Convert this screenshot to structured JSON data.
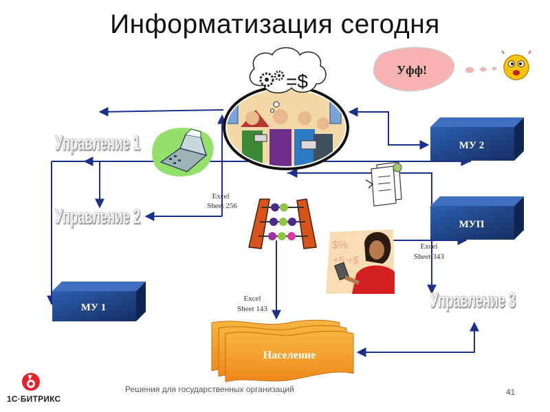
{
  "slide": {
    "title": "Информатизация сегодня",
    "footer": "Решения для государственных организаций",
    "page_number": "41",
    "brand": "1С·БИТРИКС"
  },
  "speech_bubble": {
    "text": "Уфф!"
  },
  "money_thought": {
    "text": "=$"
  },
  "boxes": {
    "mu1": "МУ 1",
    "mu2": "МУ 2",
    "mup": "МУП",
    "population": "Население"
  },
  "departments": {
    "d1": "Управление 1",
    "d2": "Управление 2",
    "d3": "Управление 3"
  },
  "sheets": {
    "s256": {
      "line1": "Excel",
      "line2": "Sheet 256"
    },
    "s343": {
      "line1": "Excel",
      "line2": "Sheet 343"
    },
    "s143": {
      "line1": "Excel",
      "line2": "Sheet 143"
    }
  },
  "colors": {
    "box_front": "#1f3f7f",
    "box_top": "#2b5aa0",
    "arrow": "#1b2f8c",
    "population": "#f4a52a",
    "bubble": "#f6b3b0"
  },
  "icons": [
    "office-people-clipart",
    "fax-machine-icon",
    "checklist-icon",
    "abacus-icon",
    "woman-calculator-clipart",
    "shocked-emoji-icon",
    "gears-icon"
  ]
}
